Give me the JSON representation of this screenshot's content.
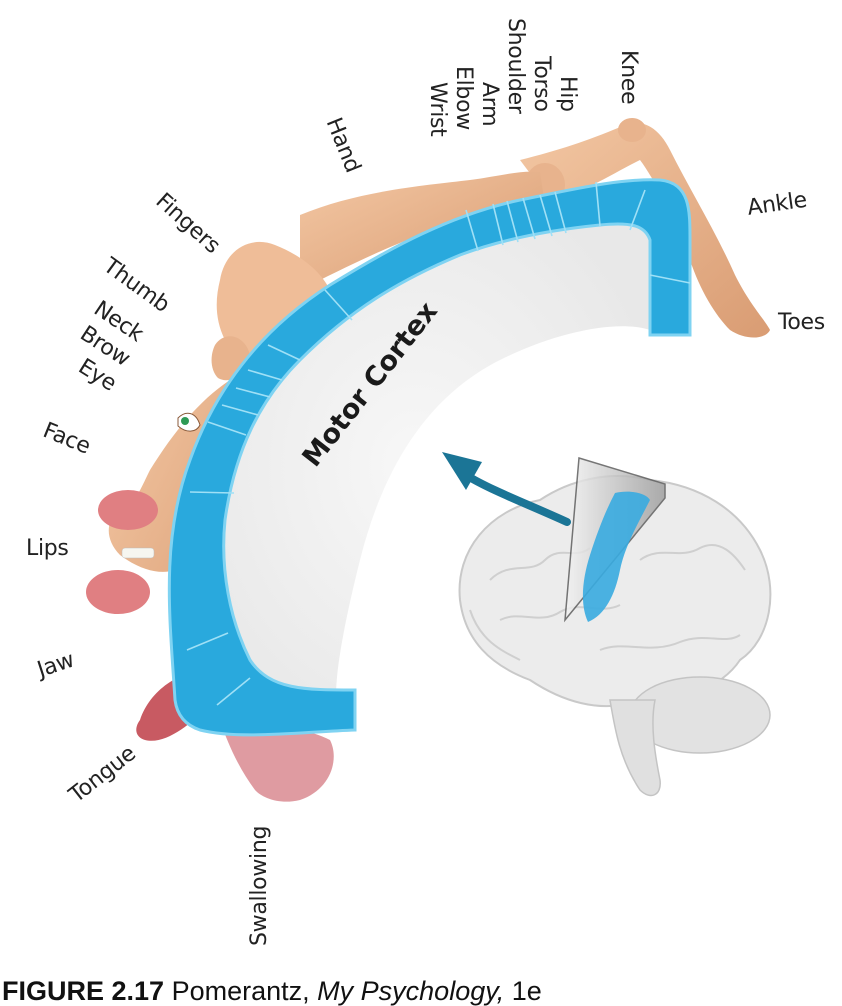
{
  "figure": {
    "title": "Motor Cortex",
    "caption": {
      "figure_number": "FIGURE 2.17",
      "author": "Pomerantz,",
      "book_title": "My Psychology,",
      "edition": "1e"
    },
    "body_labels": [
      {
        "id": "toes",
        "text": "Toes"
      },
      {
        "id": "ankle",
        "text": "Ankle"
      },
      {
        "id": "knee",
        "text": "Knee"
      },
      {
        "id": "hip",
        "text": "Hip"
      },
      {
        "id": "torso",
        "text": "Torso"
      },
      {
        "id": "shoulder",
        "text": "Shoulder"
      },
      {
        "id": "arm",
        "text": "Arm"
      },
      {
        "id": "elbow",
        "text": "Elbow"
      },
      {
        "id": "wrist",
        "text": "Wrist"
      },
      {
        "id": "hand",
        "text": "Hand"
      },
      {
        "id": "fingers",
        "text": "Fingers"
      },
      {
        "id": "thumb",
        "text": "Thumb"
      },
      {
        "id": "neck",
        "text": "Neck"
      },
      {
        "id": "brow",
        "text": "Brow"
      },
      {
        "id": "eye",
        "text": "Eye"
      },
      {
        "id": "face",
        "text": "Face"
      },
      {
        "id": "lips",
        "text": "Lips"
      },
      {
        "id": "jaw",
        "text": "Jaw"
      },
      {
        "id": "tongue",
        "text": "Tongue"
      },
      {
        "id": "swallowing",
        "text": "Swallowing"
      }
    ],
    "colors": {
      "cortex_band": "#29a9dd",
      "cortex_band_edge": "#7fd3f2",
      "skin": "#e9b48e",
      "lips": "#e07f82",
      "tongue": "#c85a62",
      "brain": "#ececec",
      "arrow": "#1b7596",
      "eye": "#2e9a55",
      "text": "#222222"
    }
  }
}
